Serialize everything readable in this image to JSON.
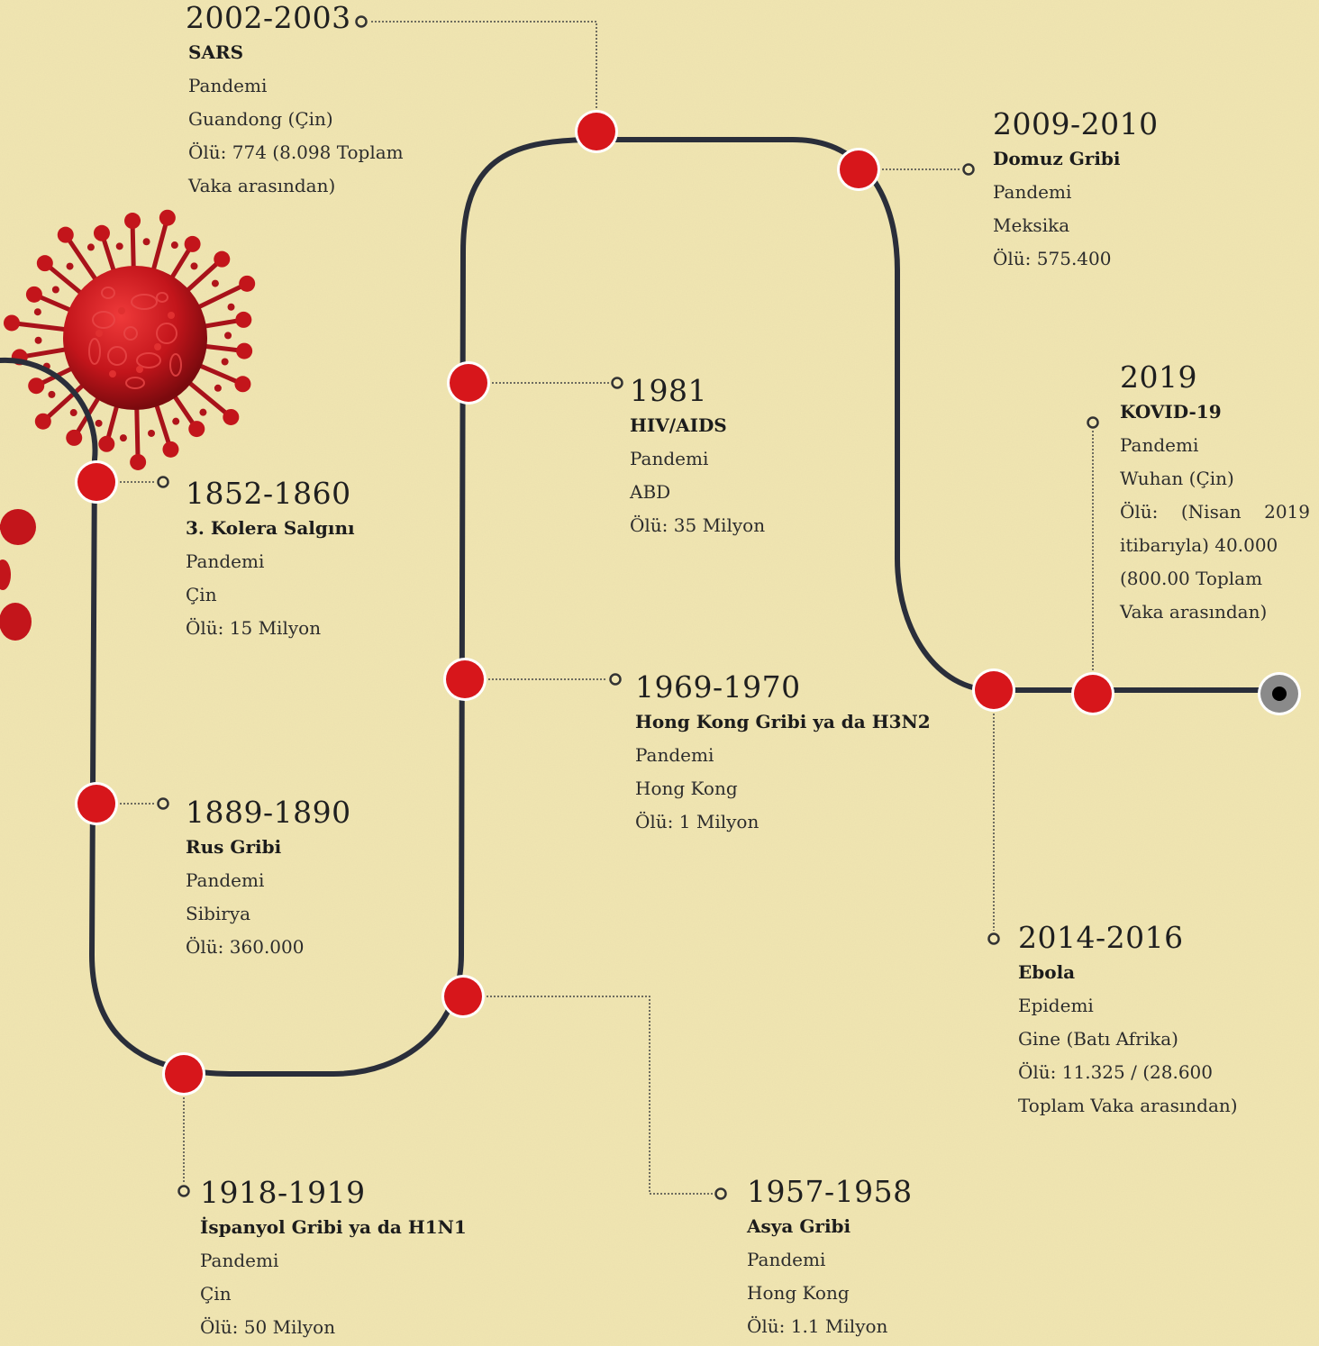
{
  "colors": {
    "background": "#f1e6b2",
    "track": "#2a2e3a",
    "node": "#d7161b",
    "node_ring": "#ffffff",
    "end_node": "#8a8a8a",
    "connector": "#444444",
    "virus": "#c3151b"
  },
  "icons": [
    "coronavirus-icon"
  ],
  "events": [
    {
      "id": "e1852",
      "year": "1852-1860",
      "name": "3. Kolera Salgını",
      "lines": [
        "Pandemi",
        "Çin",
        "Ölü: 15 Milyon"
      ]
    },
    {
      "id": "e1889",
      "year": "1889-1890",
      "name": "Rus Gribi",
      "lines": [
        "Pandemi",
        "Sibirya",
        "Ölü: 360.000"
      ]
    },
    {
      "id": "e1918",
      "year": "1918-1919",
      "name": "İspanyol Gribi ya da H1N1",
      "lines": [
        "Pandemi",
        "Çin",
        "Ölü: 50 Milyon"
      ]
    },
    {
      "id": "e1957",
      "year": "1957-1958",
      "name": "Asya Gribi",
      "lines": [
        "Pandemi",
        "Hong Kong",
        "Ölü: 1.1 Milyon"
      ]
    },
    {
      "id": "e1969",
      "year": "1969-1970",
      "name": "Hong Kong Gribi ya da H3N2",
      "lines": [
        "Pandemi",
        "Hong Kong",
        "Ölü: 1 Milyon"
      ]
    },
    {
      "id": "e1981",
      "year": "1981",
      "name": "HIV/AIDS",
      "lines": [
        "Pandemi",
        "ABD",
        "Ölü: 35 Milyon"
      ]
    },
    {
      "id": "e2002",
      "year": "2002-2003",
      "name": "SARS",
      "lines": [
        "Pandemi",
        "Guandong (Çin)",
        "Ölü: 774 (8.098 Toplam",
        "Vaka arasından)"
      ]
    },
    {
      "id": "e2009",
      "year": "2009-2010",
      "name": "Domuz Gribi",
      "lines": [
        "Pandemi",
        "Meksika",
        "Ölü: 575.400"
      ]
    },
    {
      "id": "e2014",
      "year": "2014-2016",
      "name": "Ebola",
      "lines": [
        "Epidemi",
        "Gine (Batı Afrika)",
        "Ölü: 11.325 / (28.600",
        "Toplam Vaka arasından)"
      ]
    },
    {
      "id": "e2019",
      "year": "2019",
      "name": "KOVID-19",
      "lines": [
        "Pandemi",
        "Wuhan (Çin)",
        "Ölü: (Nisan 2019",
        "itibarıyla) 40.000",
        "(800.00 Toplam",
        "Vaka arasından)"
      ]
    }
  ]
}
